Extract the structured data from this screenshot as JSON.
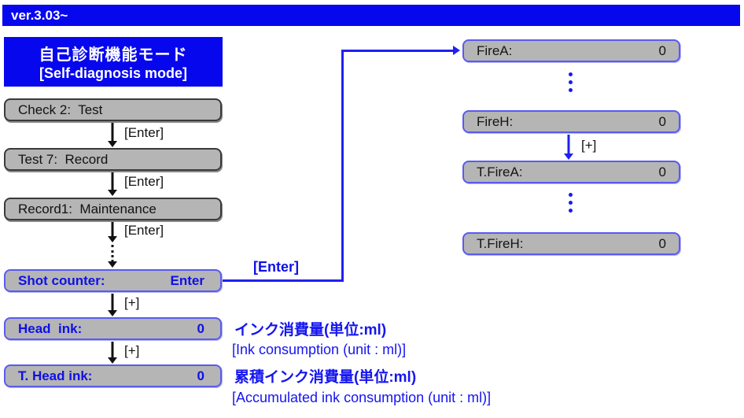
{
  "header": {
    "version": "ver.3.03~"
  },
  "title": {
    "jp": "自己診断機能モード",
    "en": "[Self-diagnosis mode]"
  },
  "labels": {
    "enter": "[Enter]",
    "plus": "[+]"
  },
  "left_flow": {
    "nodes": [
      {
        "text": "Check 2:  Test"
      },
      {
        "text": "Test 7:  Record"
      },
      {
        "text": "Record1:  Maintenance"
      }
    ],
    "shot_counter": {
      "label": "Shot counter:",
      "value": "Enter"
    },
    "head_ink": {
      "label": "Head  ink:",
      "value": "0"
    },
    "t_head_ink": {
      "label": "T. Head ink:",
      "value": "0"
    }
  },
  "connector": {
    "label": "[Enter]"
  },
  "right_flow": {
    "fire_a": {
      "label": "FireA:",
      "value": "0"
    },
    "fire_h": {
      "label": "FireH:",
      "value": "0"
    },
    "t_fire_a": {
      "label": "T.FireA:",
      "value": "0"
    },
    "t_fire_h": {
      "label": "T.FireH:",
      "value": "0"
    }
  },
  "annotations": {
    "ink_jp": "インク消費量(単位:ml)",
    "ink_en": "[Ink consumption (unit : ml)]",
    "accumulated_jp": "累積インク消費量(単位:ml)",
    "accumulated_en": "[Accumulated ink consumption (unit : ml)]"
  },
  "colors": {
    "blue_fill": "#0707ee",
    "blue_text": "#0f0fe8",
    "connector_blue": "#2020f0",
    "box_fill": "#b5b5b5",
    "box_border_dark": "#3a3a3a",
    "box_border_blue": "#5a5af2"
  }
}
